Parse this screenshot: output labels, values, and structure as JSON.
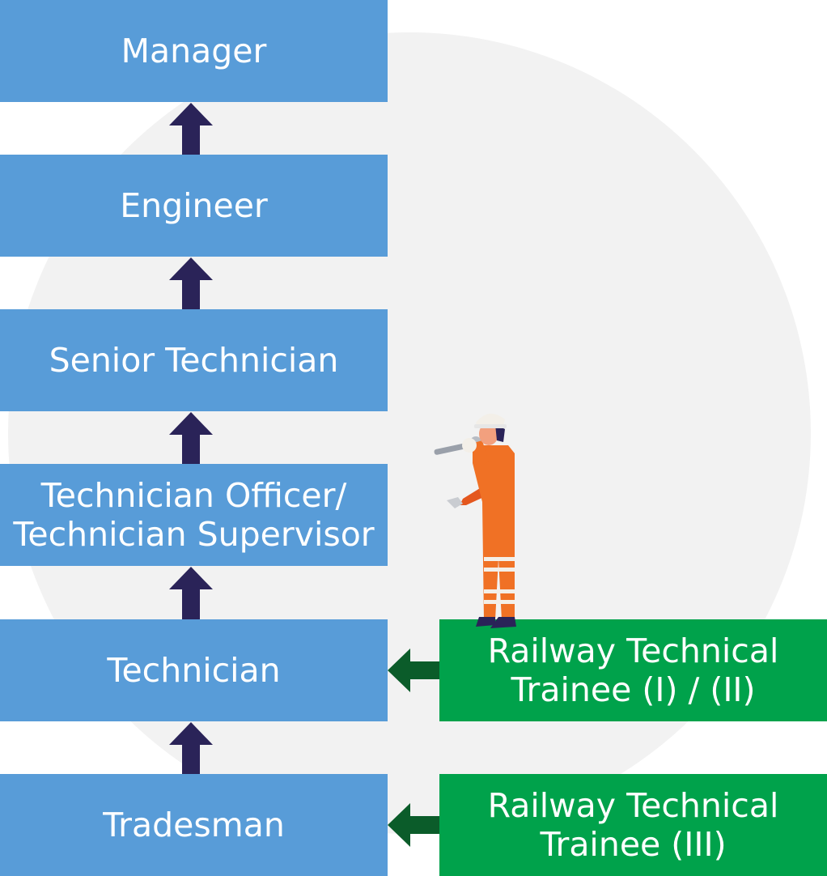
{
  "roles": {
    "manager": "Manager",
    "engineer": "Engineer",
    "senior_technician": "Senior Technician",
    "technician_officer_line1": "Technician Officer/",
    "technician_officer_line2": "Technician Supervisor",
    "technician": "Technician",
    "tradesman": "Tradesman"
  },
  "entry_points": {
    "trainee_1_2_line1": "Railway Technical",
    "trainee_1_2_line2": "Trainee (I) / (II)",
    "trainee_3_line1": "Railway Technical",
    "trainee_3_line2": "Trainee (III)"
  },
  "colors": {
    "role_box": "#589cd8",
    "entry_box": "#00a24b",
    "up_arrow": "#2a2358",
    "entry_arrow": "#0b5c2a",
    "background_circle": "#f2f2f2"
  }
}
